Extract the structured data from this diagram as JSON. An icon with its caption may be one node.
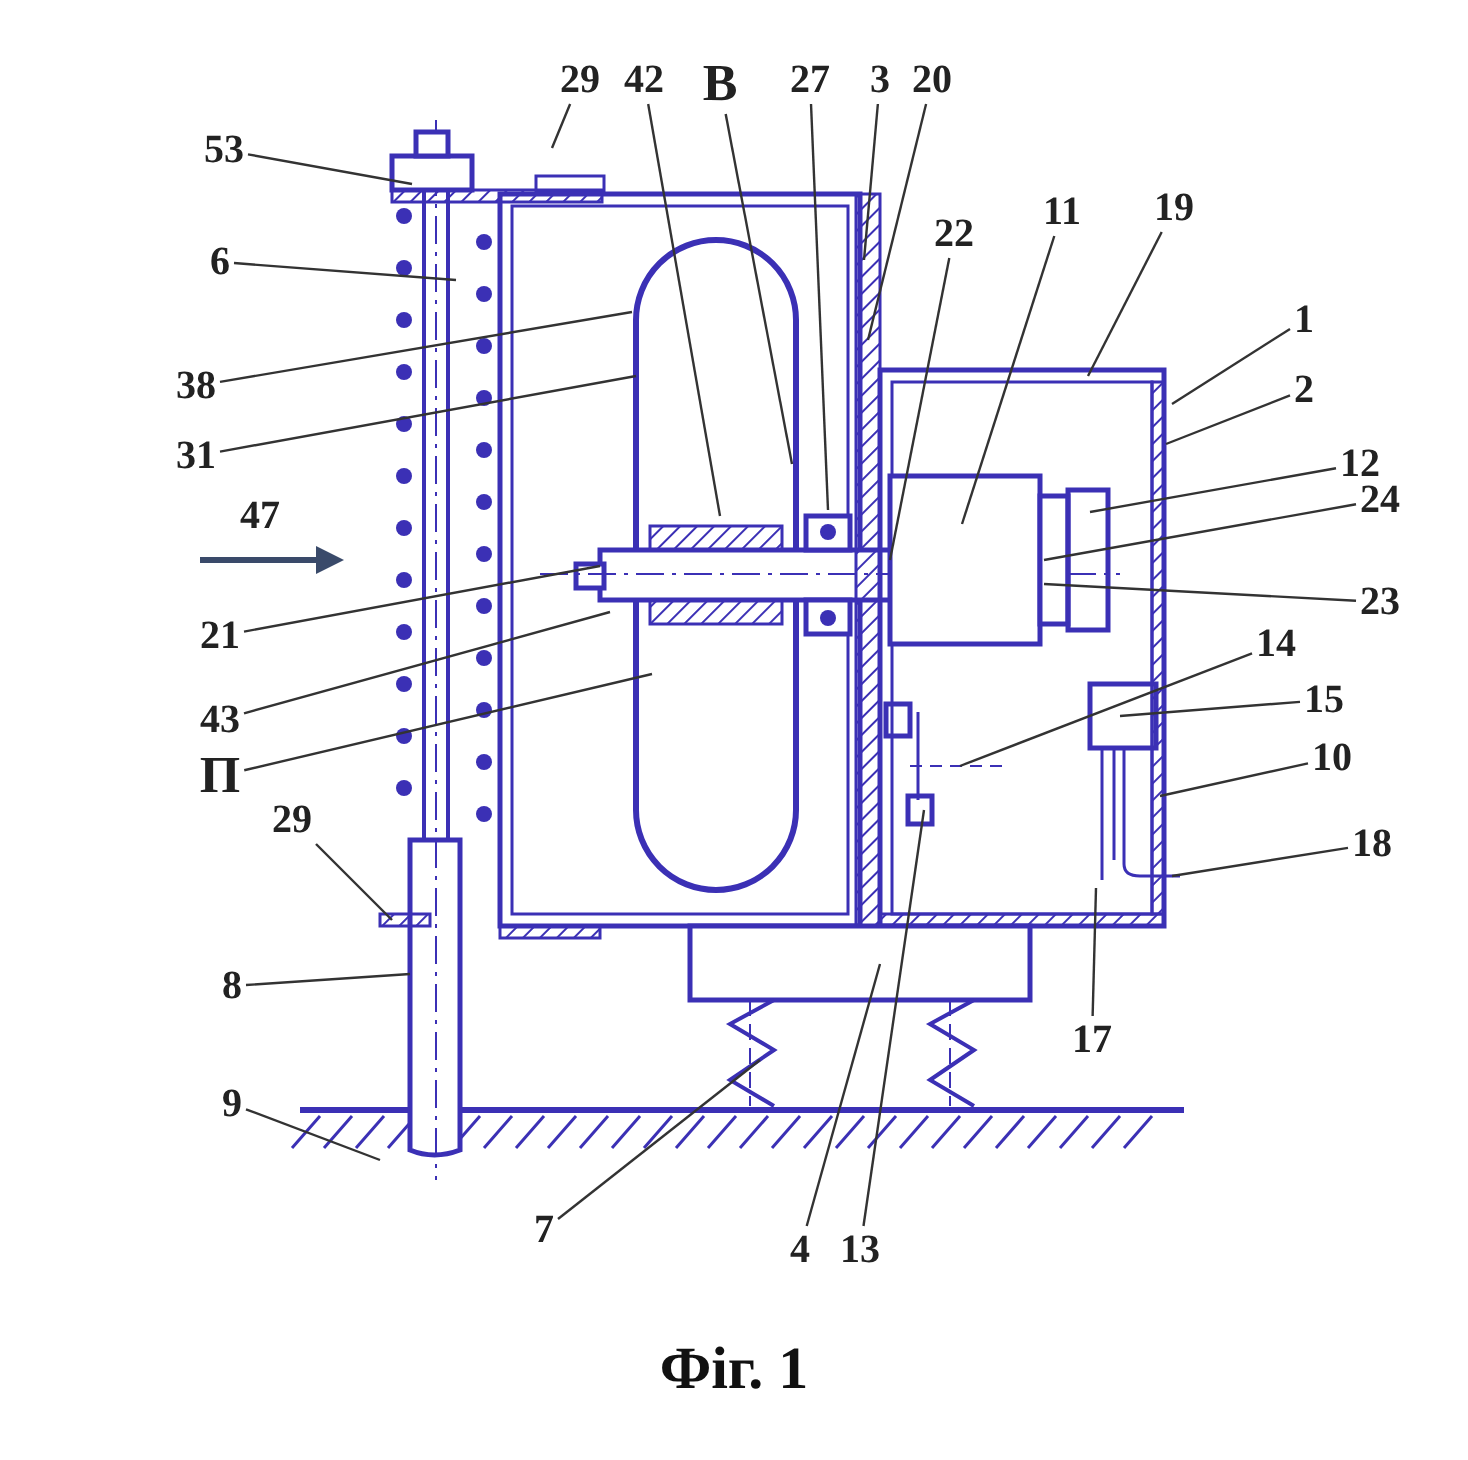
{
  "diagram": {
    "caption": "Фіг. 1",
    "nodes": [
      {
        "text": [
          "29"
        ]
      },
      {
        "text": [
          "42"
        ]
      },
      {
        "text": [
          "В"
        ]
      },
      {
        "text": [
          "27"
        ]
      },
      {
        "text": [
          "3"
        ]
      },
      {
        "text": [
          "20"
        ]
      },
      {
        "text": [
          "53"
        ]
      },
      {
        "text": [
          "22"
        ]
      },
      {
        "text": [
          "11"
        ]
      },
      {
        "text": [
          "19"
        ]
      },
      {
        "text": [
          "6"
        ]
      },
      {
        "text": [
          "38"
        ]
      },
      {
        "text": [
          "1"
        ]
      },
      {
        "text": [
          "2"
        ]
      },
      {
        "text": [
          "31"
        ]
      },
      {
        "text": [
          "12"
        ]
      },
      {
        "text": [
          "24"
        ]
      },
      {
        "text": [
          "21"
        ]
      },
      {
        "text": [
          "23"
        ]
      },
      {
        "text": [
          "43"
        ]
      },
      {
        "text": [
          "14"
        ]
      },
      {
        "text": [
          "15"
        ]
      },
      {
        "text": [
          "П"
        ]
      },
      {
        "text": [
          "10"
        ]
      },
      {
        "text": [
          "29"
        ]
      },
      {
        "text": [
          "18"
        ]
      },
      {
        "text": [
          "8"
        ]
      },
      {
        "text": [
          "17"
        ]
      },
      {
        "text": [
          "9"
        ]
      },
      {
        "text": [
          "7"
        ]
      },
      {
        "text": [
          "4"
        ]
      },
      {
        "text": [
          "13"
        ]
      }
    ],
    "edges": [
      {
        "from": 0,
        "to": null,
        "arrow": "none"
      },
      {
        "from": 1,
        "to": null,
        "arrow": "none"
      },
      {
        "from": 2,
        "to": null,
        "arrow": "none"
      },
      {
        "from": 3,
        "to": null,
        "arrow": "none"
      },
      {
        "from": 4,
        "to": null,
        "arrow": "none"
      },
      {
        "from": 5,
        "to": null,
        "arrow": "none"
      },
      {
        "from": 6,
        "to": null,
        "arrow": "none"
      },
      {
        "from": 7,
        "to": null,
        "arrow": "none"
      },
      {
        "from": 8,
        "to": null,
        "arrow": "none"
      },
      {
        "from": 9,
        "to": null,
        "arrow": "none"
      },
      {
        "from": 10,
        "to": null,
        "arrow": "none"
      },
      {
        "from": 11,
        "to": null,
        "arrow": "none"
      },
      {
        "from": 12,
        "to": null,
        "arrow": "none"
      },
      {
        "from": 13,
        "to": null,
        "arrow": "none"
      },
      {
        "from": 14,
        "to": null,
        "arrow": "none"
      },
      {
        "from": 15,
        "to": null,
        "arrow": "none"
      },
      {
        "from": 16,
        "to": null,
        "arrow": "none"
      },
      {
        "from": 17,
        "to": null,
        "arrow": "none"
      },
      {
        "from": 18,
        "to": null,
        "arrow": "none"
      },
      {
        "from": 19,
        "to": null,
        "arrow": "none"
      },
      {
        "from": 20,
        "to": null,
        "arrow": "none"
      },
      {
        "from": 21,
        "to": null,
        "arrow": "none"
      },
      {
        "from": 22,
        "to": null,
        "arrow": "none"
      },
      {
        "from": 23,
        "to": null,
        "arrow": "none"
      },
      {
        "from": 24,
        "to": null,
        "arrow": "none"
      },
      {
        "from": 25,
        "to": null,
        "arrow": "none"
      },
      {
        "from": 26,
        "to": null,
        "arrow": "none"
      },
      {
        "from": 27,
        "to": null,
        "arrow": "none"
      },
      {
        "from": 28,
        "to": null,
        "arrow": "none"
      },
      {
        "from": 29,
        "to": null,
        "arrow": "none"
      },
      {
        "from": 30,
        "to": null,
        "arrow": "none"
      },
      {
        "from": 31,
        "to": null,
        "arrow": "none"
      }
    ],
    "labels": [
      "47"
    ]
  }
}
